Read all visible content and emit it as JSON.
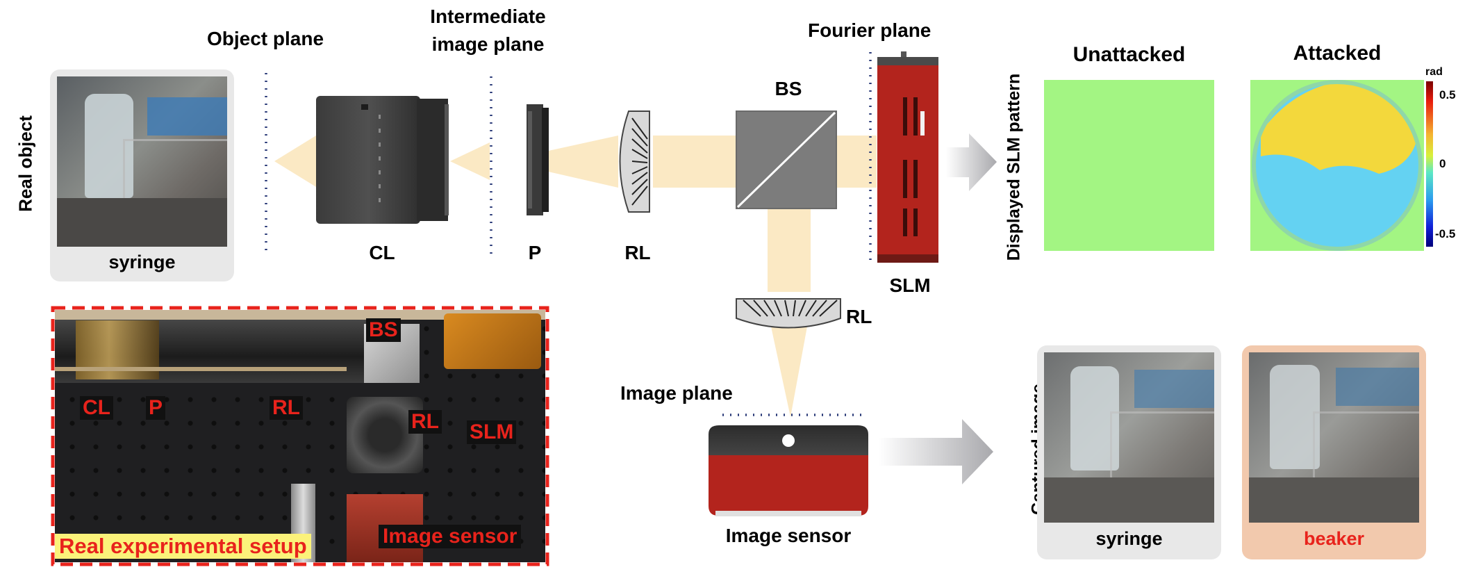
{
  "labels": {
    "object_plane": "Object plane",
    "intermediate_line1": "Intermediate",
    "intermediate_line2": "image plane",
    "fourier_plane": "Fourier plane",
    "real_object": "Real object",
    "syringe_top": "syringe",
    "cl": "CL",
    "p": "P",
    "rl_top": "RL",
    "bs": "BS",
    "slm": "SLM",
    "rl_lower": "RL",
    "image_plane": "Image plane",
    "image_sensor": "Image sensor",
    "unattacked": "Unattacked",
    "attacked": "Attacked",
    "displayed_slm_pattern": "Displayed SLM pattern",
    "captured_image": "Captured image",
    "syringe_bottom": "syringe",
    "beaker": "beaker"
  },
  "colorbar": {
    "unit": "rad",
    "ticks": [
      "0.5",
      "0",
      "-0.5"
    ]
  },
  "setup_photo": {
    "caption": "Real experimental setup",
    "tags": {
      "bs": "BS",
      "cl": "CL",
      "p": "P",
      "rl1": "RL",
      "rl2": "RL",
      "slm": "SLM",
      "image_sensor": "Image sensor"
    }
  },
  "colors": {
    "beam": "#fbe9c4",
    "slm_red": "#b3241d",
    "unattacked_field": "#a3f583",
    "attack_yellow": "#f3d83c",
    "attack_cyan": "#64d2f2",
    "dash_red": "#e8231c",
    "label_red": "#e8231c",
    "caption_highlight": "#fbf27a"
  },
  "icons": [
    "camera-lens",
    "polarizer",
    "relay-lens",
    "beam-splitter",
    "slm-device",
    "image-sensor",
    "arrow"
  ]
}
